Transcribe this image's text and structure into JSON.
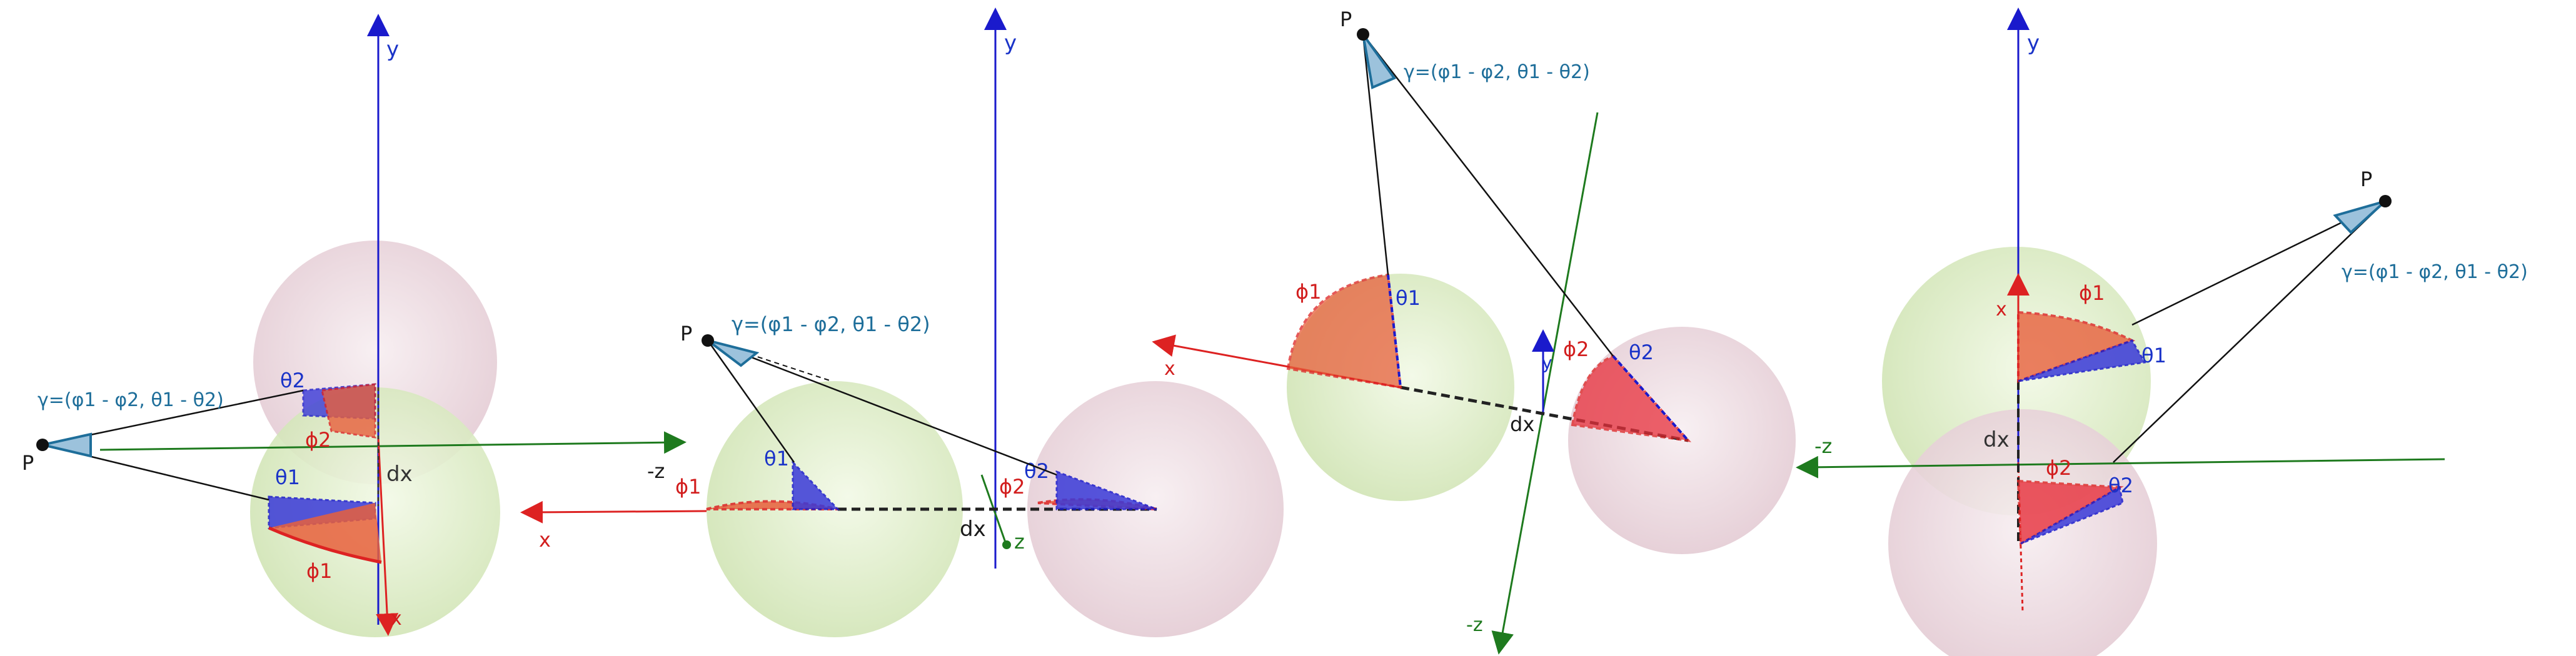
{
  "diagram": {
    "colors": {
      "y_axis": "#1a1acc",
      "x_axis": "#dd2222",
      "z_axis": "#1e7a1e",
      "gamma": "#1e6e9a",
      "green_sphere": "#d8ecbc",
      "pink_sphere": "#ecd4dc",
      "phi_fill": "#e8603c",
      "theta_fill": "#3a3ad8"
    },
    "labels": {
      "y": "y",
      "x": "x",
      "neg_z": "-z",
      "z": "z",
      "P": "P",
      "dx": "dx",
      "phi1": "ϕ1",
      "phi2": "ϕ2",
      "theta1": "θ1",
      "theta2": "θ2",
      "gamma": "γ=(φ1 - φ2, θ1 - θ2)"
    }
  }
}
